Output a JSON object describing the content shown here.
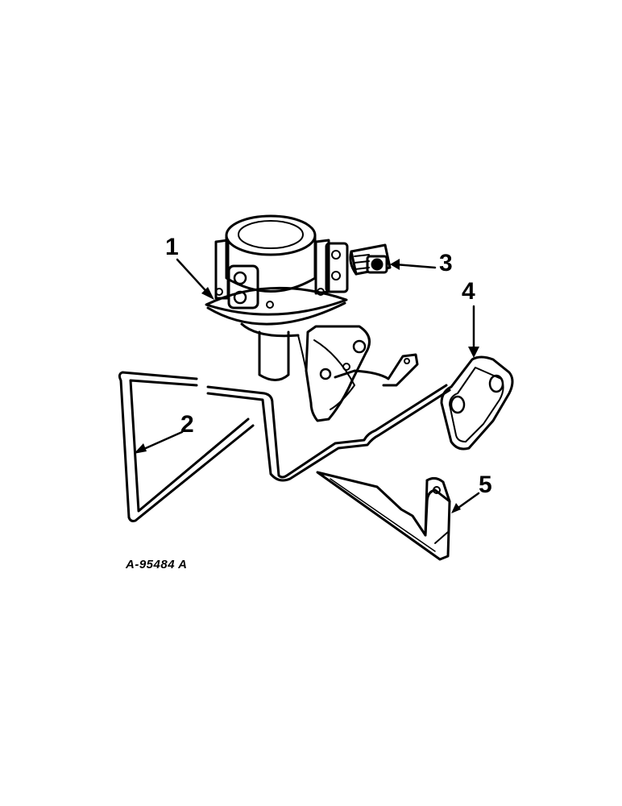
{
  "callouts": {
    "part1": "1",
    "part2": "2",
    "part3": "3",
    "part4": "4",
    "part5": "5"
  },
  "figure_reference": "A-95484 A"
}
